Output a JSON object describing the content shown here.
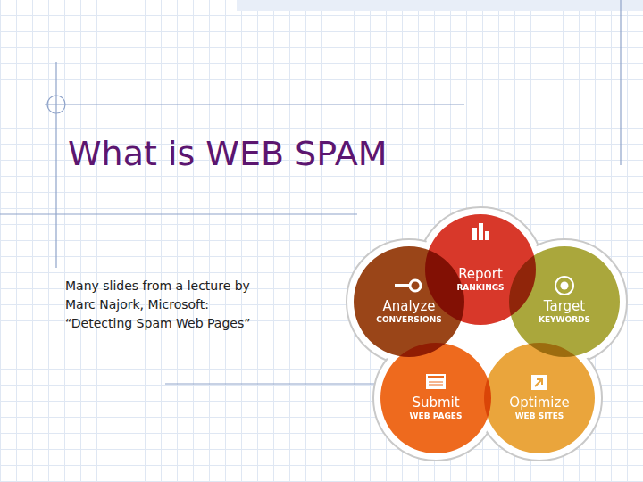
{
  "diagram": {
    "title": "What is WEB SPAM",
    "nodes": [
      {
        "text": [
          "Report",
          "RANKINGS"
        ]
      },
      {
        "text": [
          "Analyze",
          "CONVERSIONS"
        ]
      },
      {
        "text": [
          "Target",
          "KEYWORDS"
        ]
      },
      {
        "text": [
          "Submit",
          "WEB PAGES"
        ]
      },
      {
        "text": [
          "Optimize",
          "WEB SITES"
        ]
      }
    ],
    "labels": [
      "Many slides from a lecture by Marc Najork, Microsoft: “Detecting Spam Web Pages”"
    ]
  }
}
